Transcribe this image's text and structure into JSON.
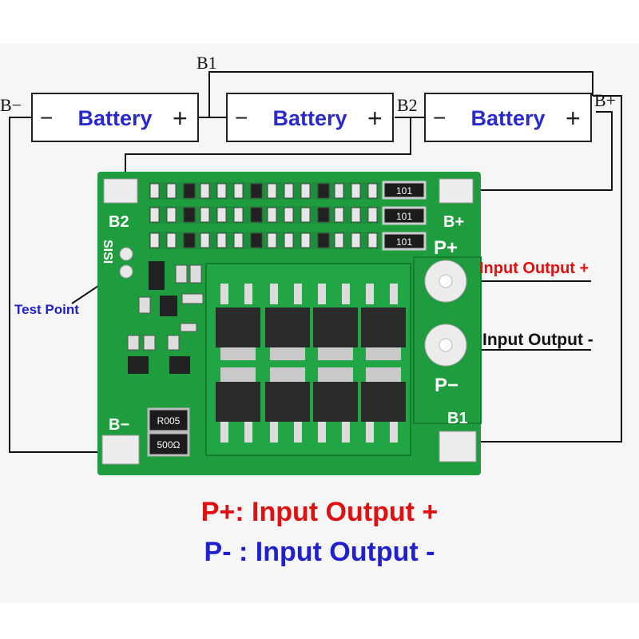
{
  "colors": {
    "background": "#ffffff",
    "panel": "#f7f7f7",
    "pcb": "#1e9c3e",
    "pcb_dark": "#15802f",
    "pad": "#ececec",
    "mosfet": "#2a2a2a",
    "wire": "#111111",
    "battery_text": "#2a2acc",
    "label_red": "#e01010",
    "label_blue": "#2020cc",
    "pcb_label": "#ffffff"
  },
  "batteries": [
    {
      "minus": "−",
      "label": "Battery",
      "plus": "+"
    },
    {
      "minus": "−",
      "label": "Battery",
      "plus": "+"
    },
    {
      "minus": "−",
      "label": "Battery",
      "plus": "+"
    }
  ],
  "wire_labels": {
    "b_minus": "B−",
    "b1": "B1",
    "b2": "B2",
    "b_plus": "B+"
  },
  "board_labels": {
    "b2": "B2",
    "b_plus": "B+",
    "p_plus": "P+",
    "p_minus": "P−",
    "b_minus": "B−",
    "b1": "B1",
    "sisi": "SISI"
  },
  "resistor_codes": {
    "r101": "101",
    "r005": "R005",
    "r500": "500Ω"
  },
  "annotations": {
    "input_output_plus": "Input Output +",
    "input_output_minus": "Input Output -",
    "test_point": "Test Point"
  },
  "captions": {
    "line1": "P+: Input Output +",
    "line2": "P- : Input Output -"
  },
  "icons": [
    "battery-icon",
    "mosfet-icon",
    "resistor-icon",
    "solder-pad-icon"
  ]
}
